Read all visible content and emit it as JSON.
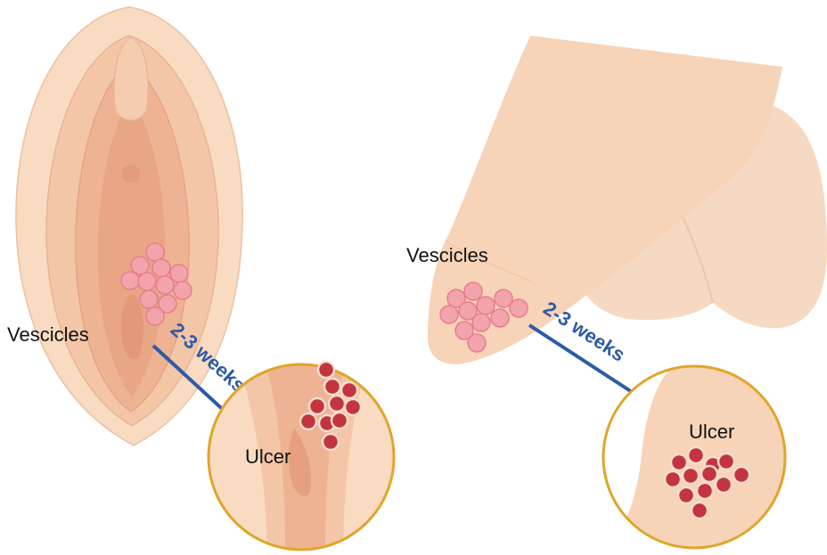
{
  "colors": {
    "skin_light": "#f8dbc0",
    "skin_mid": "#f2c1a0",
    "skin_inner": "#eeb08e",
    "skin_deep": "#e8a27e",
    "outline": "#e0a584",
    "vesicle_fill": "#f2a3ab",
    "vesicle_stroke": "#e67f8c",
    "ulcer_fill": "#c2353f",
    "ulcer_ring": "#f6dccd",
    "arrow": "#2e5aa8",
    "circle_border": "#e0a52a"
  },
  "left_panel": {
    "vesicles_label": "Vescicles",
    "arrow_label": "2-3 weeks",
    "ulcer_label": "Ulcer"
  },
  "right_panel": {
    "vesicles_label": "Vescicles",
    "arrow_label": "2-3 weeks",
    "ulcer_label": "Ulcer"
  }
}
